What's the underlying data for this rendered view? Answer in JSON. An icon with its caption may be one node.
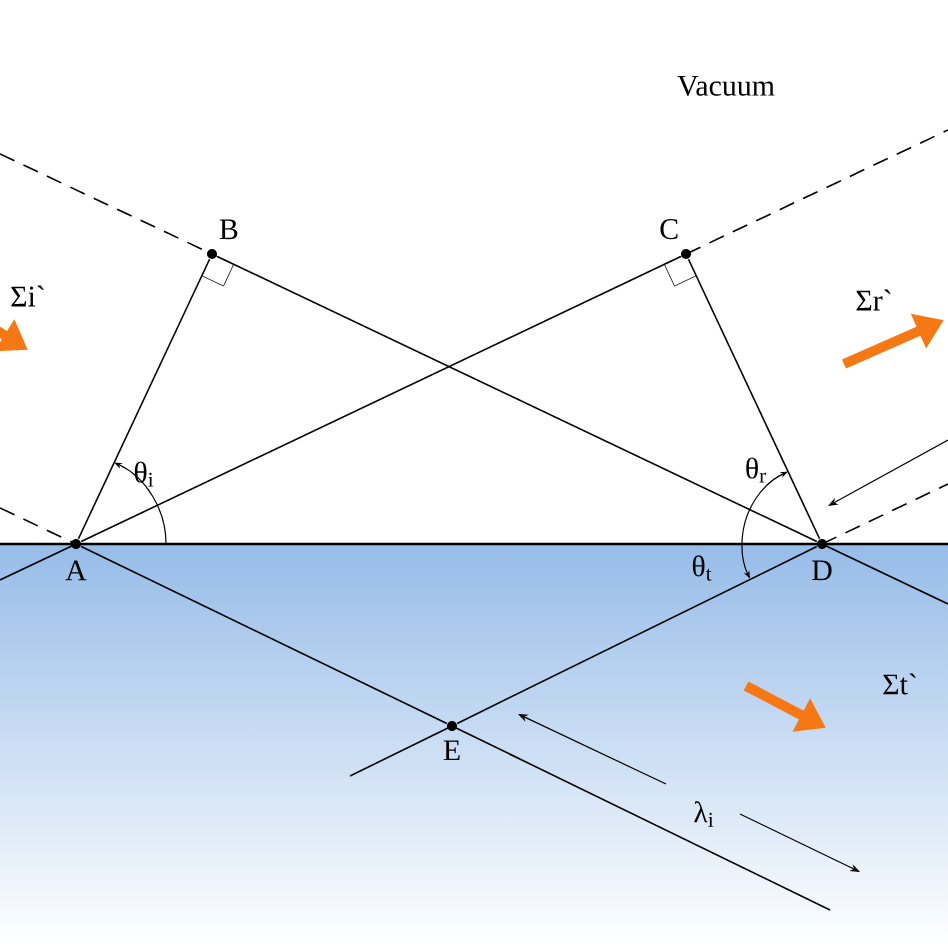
{
  "diagram": {
    "nodes": [
      {
        "text": [
          "A"
        ]
      },
      {
        "text": [
          "B"
        ]
      },
      {
        "text": [
          "C"
        ]
      },
      {
        "text": [
          "D"
        ]
      },
      {
        "text": [
          "E"
        ]
      }
    ],
    "edges": [
      {
        "from": 0,
        "to": 1,
        "arrow": "none"
      },
      {
        "from": 1,
        "to": 3,
        "arrow": "none"
      },
      {
        "from": 0,
        "to": 2,
        "arrow": "none"
      },
      {
        "from": 2,
        "to": 3,
        "arrow": "none"
      },
      {
        "from": 0,
        "to": 4,
        "arrow": "none"
      },
      {
        "from": 4,
        "to": 3,
        "arrow": "none"
      }
    ],
    "labels": [
      "Vacuum",
      "Σi`",
      "θ$_{i}$",
      "θ$_{r}$",
      "Σr`",
      "θ$_{t}$",
      "Σt`",
      "λ$_{i}$"
    ]
  }
}
